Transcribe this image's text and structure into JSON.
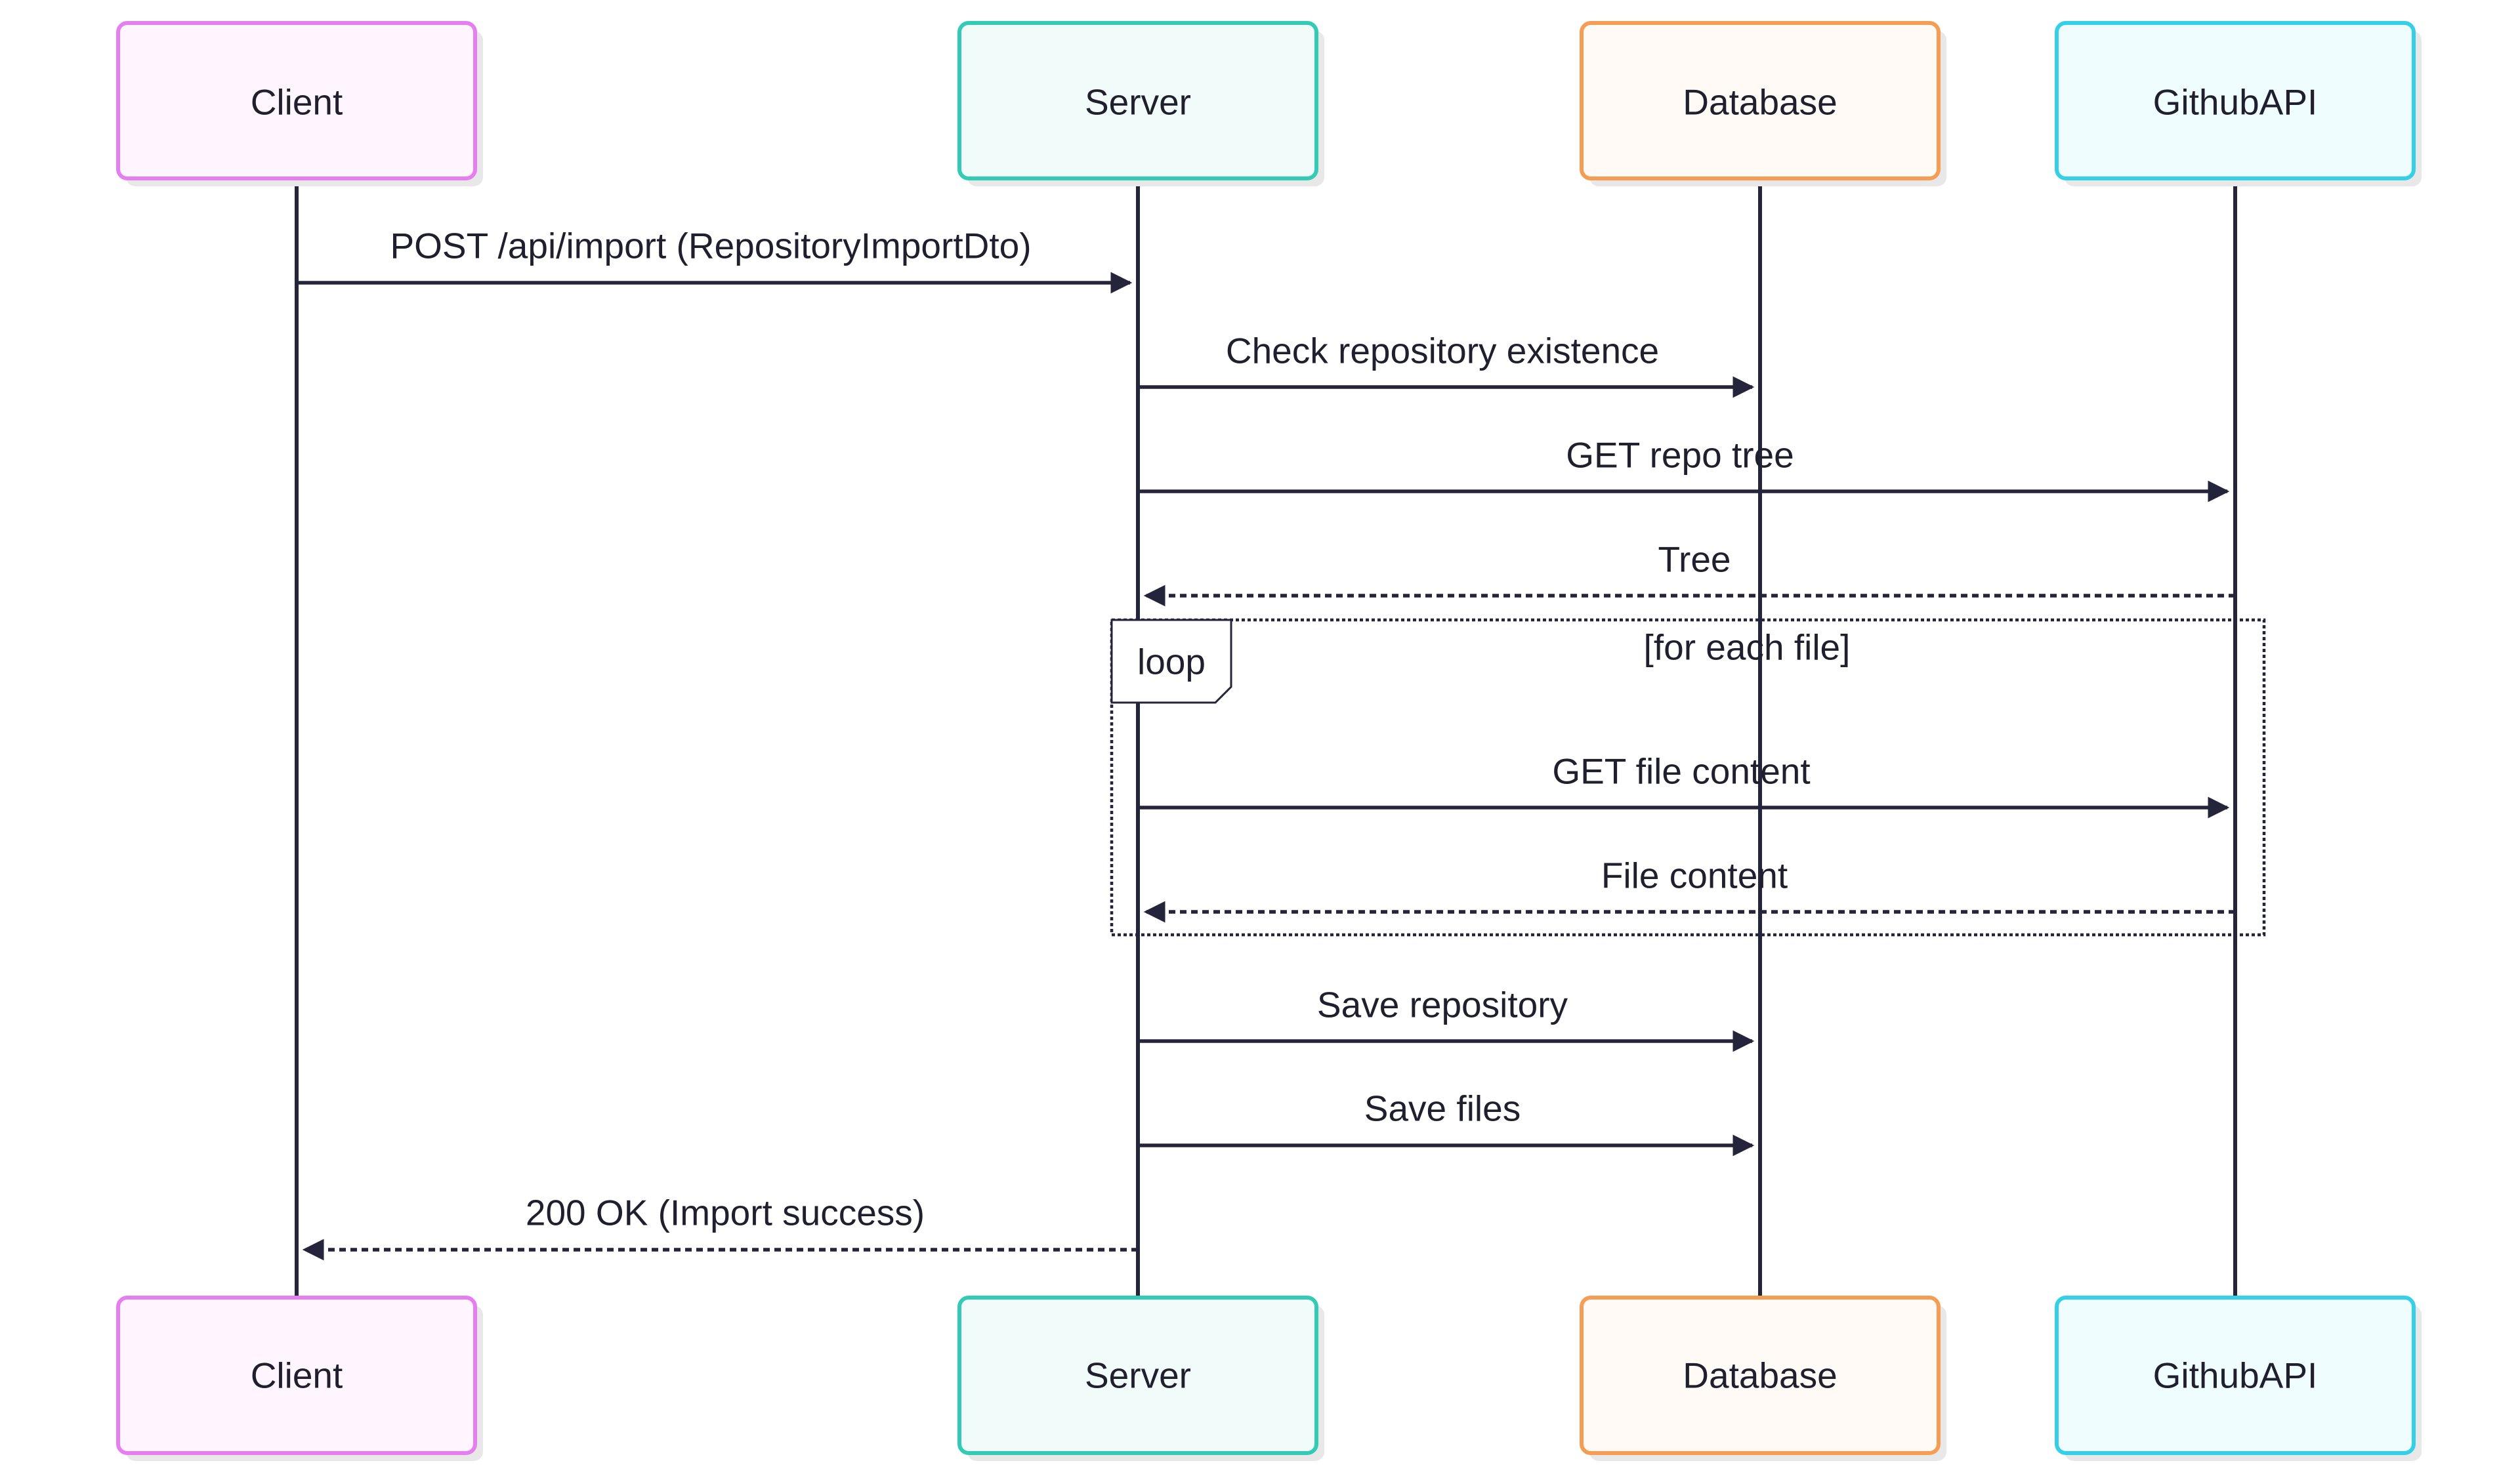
{
  "participants": [
    {
      "id": "client",
      "label": "Client",
      "stroke": "#e57ff0",
      "fill": "#fef5fe"
    },
    {
      "id": "server",
      "label": "Server",
      "stroke": "#33cbb6",
      "fill": "#f1fbfa"
    },
    {
      "id": "database",
      "label": "Database",
      "stroke": "#f59d55",
      "fill": "#fffaf5"
    },
    {
      "id": "githubapi",
      "label": "GithubAPI",
      "stroke": "#35d0e8",
      "fill": "#effdfe"
    }
  ],
  "messages": [
    {
      "from": "client",
      "to": "server",
      "label": "POST /api/import (RepositoryImportDto)",
      "style": "solid"
    },
    {
      "from": "server",
      "to": "database",
      "label": "Check repository existence",
      "style": "solid"
    },
    {
      "from": "server",
      "to": "githubapi",
      "label": "GET repo tree",
      "style": "solid"
    },
    {
      "from": "githubapi",
      "to": "server",
      "label": "Tree",
      "style": "dashed"
    },
    {
      "from": "server",
      "to": "githubapi",
      "label": "GET file content",
      "style": "solid"
    },
    {
      "from": "githubapi",
      "to": "server",
      "label": "File content",
      "style": "dashed"
    },
    {
      "from": "server",
      "to": "database",
      "label": "Save repository",
      "style": "solid"
    },
    {
      "from": "server",
      "to": "database",
      "label": "Save files",
      "style": "solid"
    },
    {
      "from": "server",
      "to": "client",
      "label": "200 OK (Import success)",
      "style": "dashed"
    }
  ],
  "loop": {
    "keyword": "loop",
    "condition": "[for each file]"
  },
  "colors": {
    "line": "#24243a",
    "text": "#1f1f2e"
  }
}
